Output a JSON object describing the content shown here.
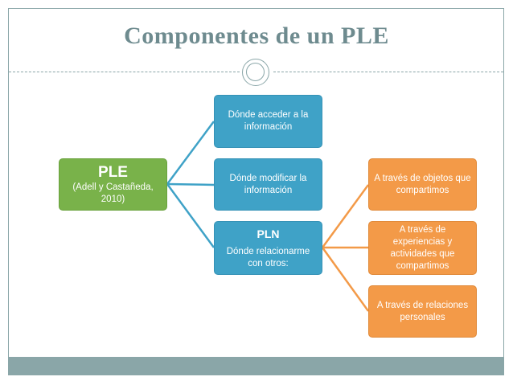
{
  "slide": {
    "title": "Componentes de un PLE"
  },
  "diagram": {
    "root": {
      "heading": "PLE",
      "subtitle": "(Adell y Castañeda, 2010)"
    },
    "branches": [
      {
        "text": "Dónde acceder a la información"
      },
      {
        "text": "Dónde modificar la información"
      },
      {
        "heading": "PLN",
        "text": "Dónde relacionarme con otros:"
      }
    ],
    "pln_children": [
      {
        "text": "A través de objetos que compartimos"
      },
      {
        "text": "A través de experiencias y actividades que compartimos"
      },
      {
        "text": "A través de relaciones personales"
      }
    ]
  },
  "colors": {
    "title": "#6e8b8f",
    "frame": "#8aa6a8",
    "root_box": "#79b24a",
    "branch_box": "#3fa2c7",
    "child_box": "#f39a48",
    "root_connector": "#3fa2c7",
    "child_connector": "#f39a48"
  }
}
